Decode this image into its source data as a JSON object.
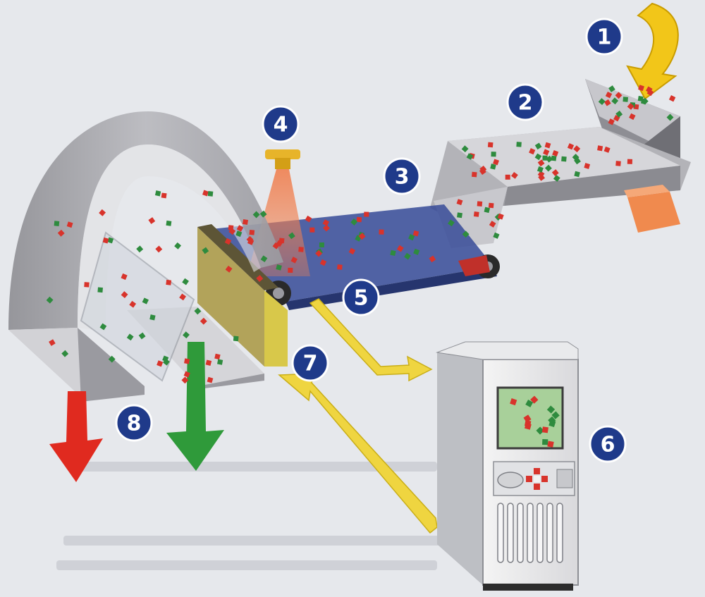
{
  "labels": {
    "step1": "1",
    "step2": "2",
    "step3": "3",
    "step4": "4",
    "step5": "5",
    "step6": "6",
    "step7": "7",
    "step8": "8"
  },
  "colors": {
    "badge": "#1f3a8a",
    "feed_arrow": "#f2c619",
    "signal_arrow": "#efd540",
    "reject_arrow": "#e02a1f",
    "accept_arrow": "#2f9a3a",
    "belt": "#3b4f9a",
    "xray_beam": "#f08050",
    "flake_red": "#d8332b",
    "flake_green": "#2e8b3e"
  },
  "icons": {
    "feed": "feed-arrow-icon",
    "xray_source": "xray-source-icon",
    "computer": "computer-cabinet-icon",
    "reject": "reject-arrow-icon",
    "accept": "accept-arrow-icon"
  }
}
